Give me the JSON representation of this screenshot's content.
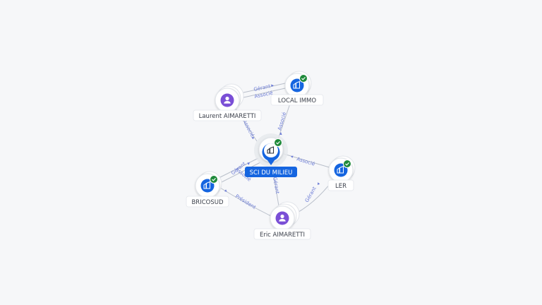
{
  "colors": {
    "company": "#1565e0",
    "person": "#7a4fd6",
    "verified": "#1f8a3b",
    "edge": "#b9bfca",
    "edge_label": "#6b7bd6",
    "center_label_bg": "#1565e0"
  },
  "nodes": {
    "laurent": {
      "label": "Laurent AIMARETTI",
      "kind": "person",
      "icon": "person-icon"
    },
    "local_immo": {
      "label": "LOCAL IMMO",
      "kind": "company",
      "icon": "building-icon",
      "verified": true
    },
    "sci": {
      "label": "SCI DU MILIEU",
      "kind": "company",
      "icon": "building-icon",
      "verified": true
    },
    "ler": {
      "label": "LER",
      "kind": "company",
      "icon": "building-icon",
      "verified": true
    },
    "bricosud": {
      "label": "BRICOSUD",
      "kind": "company",
      "icon": "building-icon",
      "verified": true
    },
    "eric": {
      "label": "Eric AIMARETTI",
      "kind": "person",
      "icon": "person-icon"
    }
  },
  "edges": {
    "laurent_local_gerant": "Gérant",
    "laurent_local_associe": "Associé",
    "laurent_sci": "Associé",
    "local_sci": "Associé",
    "ler_sci": "Associé",
    "bricosud_sci_gerant": "Gérant",
    "bricosud_sci_associe": "Associé",
    "eric_sci": "Gérant",
    "eric_bricosud": "Président",
    "eric_ler": "Gérant"
  }
}
